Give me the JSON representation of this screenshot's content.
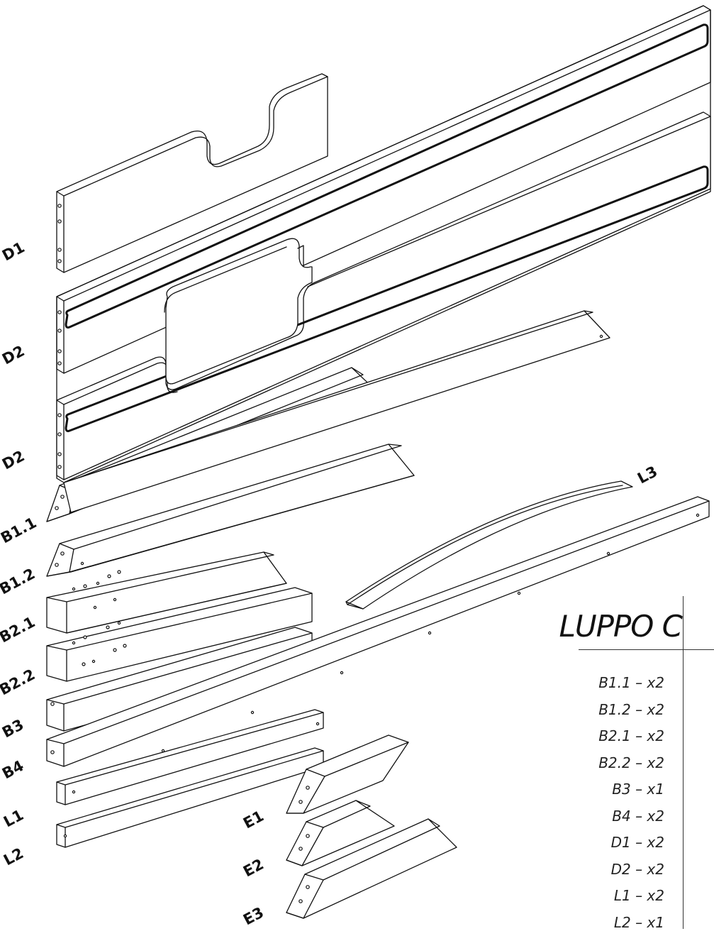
{
  "title": "LUPPO C",
  "part_labels": {
    "D1": "D1",
    "D2a": "D2",
    "D2b": "D2",
    "B1_1": "B1.1",
    "B1_2": "B1.2",
    "B2_1": "B2.1",
    "B2_2": "B2.2",
    "B3": "B3",
    "B4": "B4",
    "L1": "L1",
    "L2": "L2",
    "L3": "L3",
    "E1": "E1",
    "E2": "E2",
    "E3": "E3"
  },
  "parts_list": [
    "B1.1 – x2",
    "B1.2 – x2",
    "B2.1 – x2",
    "B2.2 – x2",
    "B3 – x1",
    "B4 – x2",
    "D1 – x2",
    "D2 – x2",
    "L1 – x2",
    "L2 – x1"
  ]
}
